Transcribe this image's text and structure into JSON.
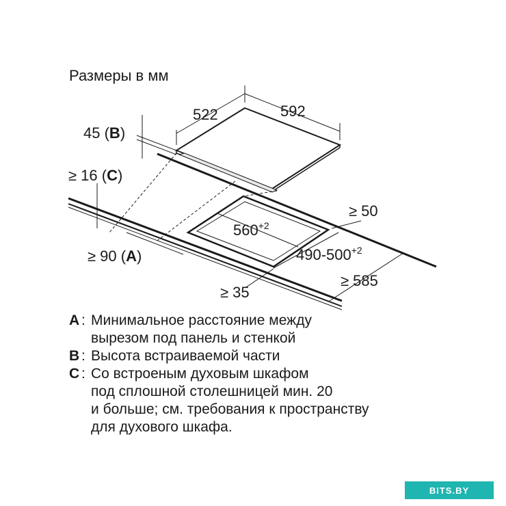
{
  "title": "Размеры в мм",
  "dimensions": {
    "depth": "522",
    "width": "592",
    "height_a": "45 (",
    "height_b": "B",
    "height_c": ")",
    "clear_top_a": "≥ 16 (",
    "clear_top_b": "C",
    "clear_top_c": ")",
    "clear_back": "≥ 50",
    "cutout_width": "560",
    "cutout_width_tol": "+2",
    "cutout_depth": "490-500",
    "cutout_depth_tol": "+2",
    "clear_front_a": "≥ 90 (",
    "clear_front_b": "A",
    "clear_front_c": ")",
    "clear_side": "≥ 35",
    "worktop_depth": "≥ 585"
  },
  "legend": [
    {
      "key": "A",
      "text": "Минимальное расстояние между\nвырезом под панель и стенкой"
    },
    {
      "key": "B",
      "text": "Высота встраиваемой части"
    },
    {
      "key": "C",
      "text": "Со встроеным духовым шкафом\nпод сплошной столешницей мин. 20\nи больше; см. требования к пространству\nдля духового шкафа."
    }
  ],
  "watermark": "BITS.BY"
}
